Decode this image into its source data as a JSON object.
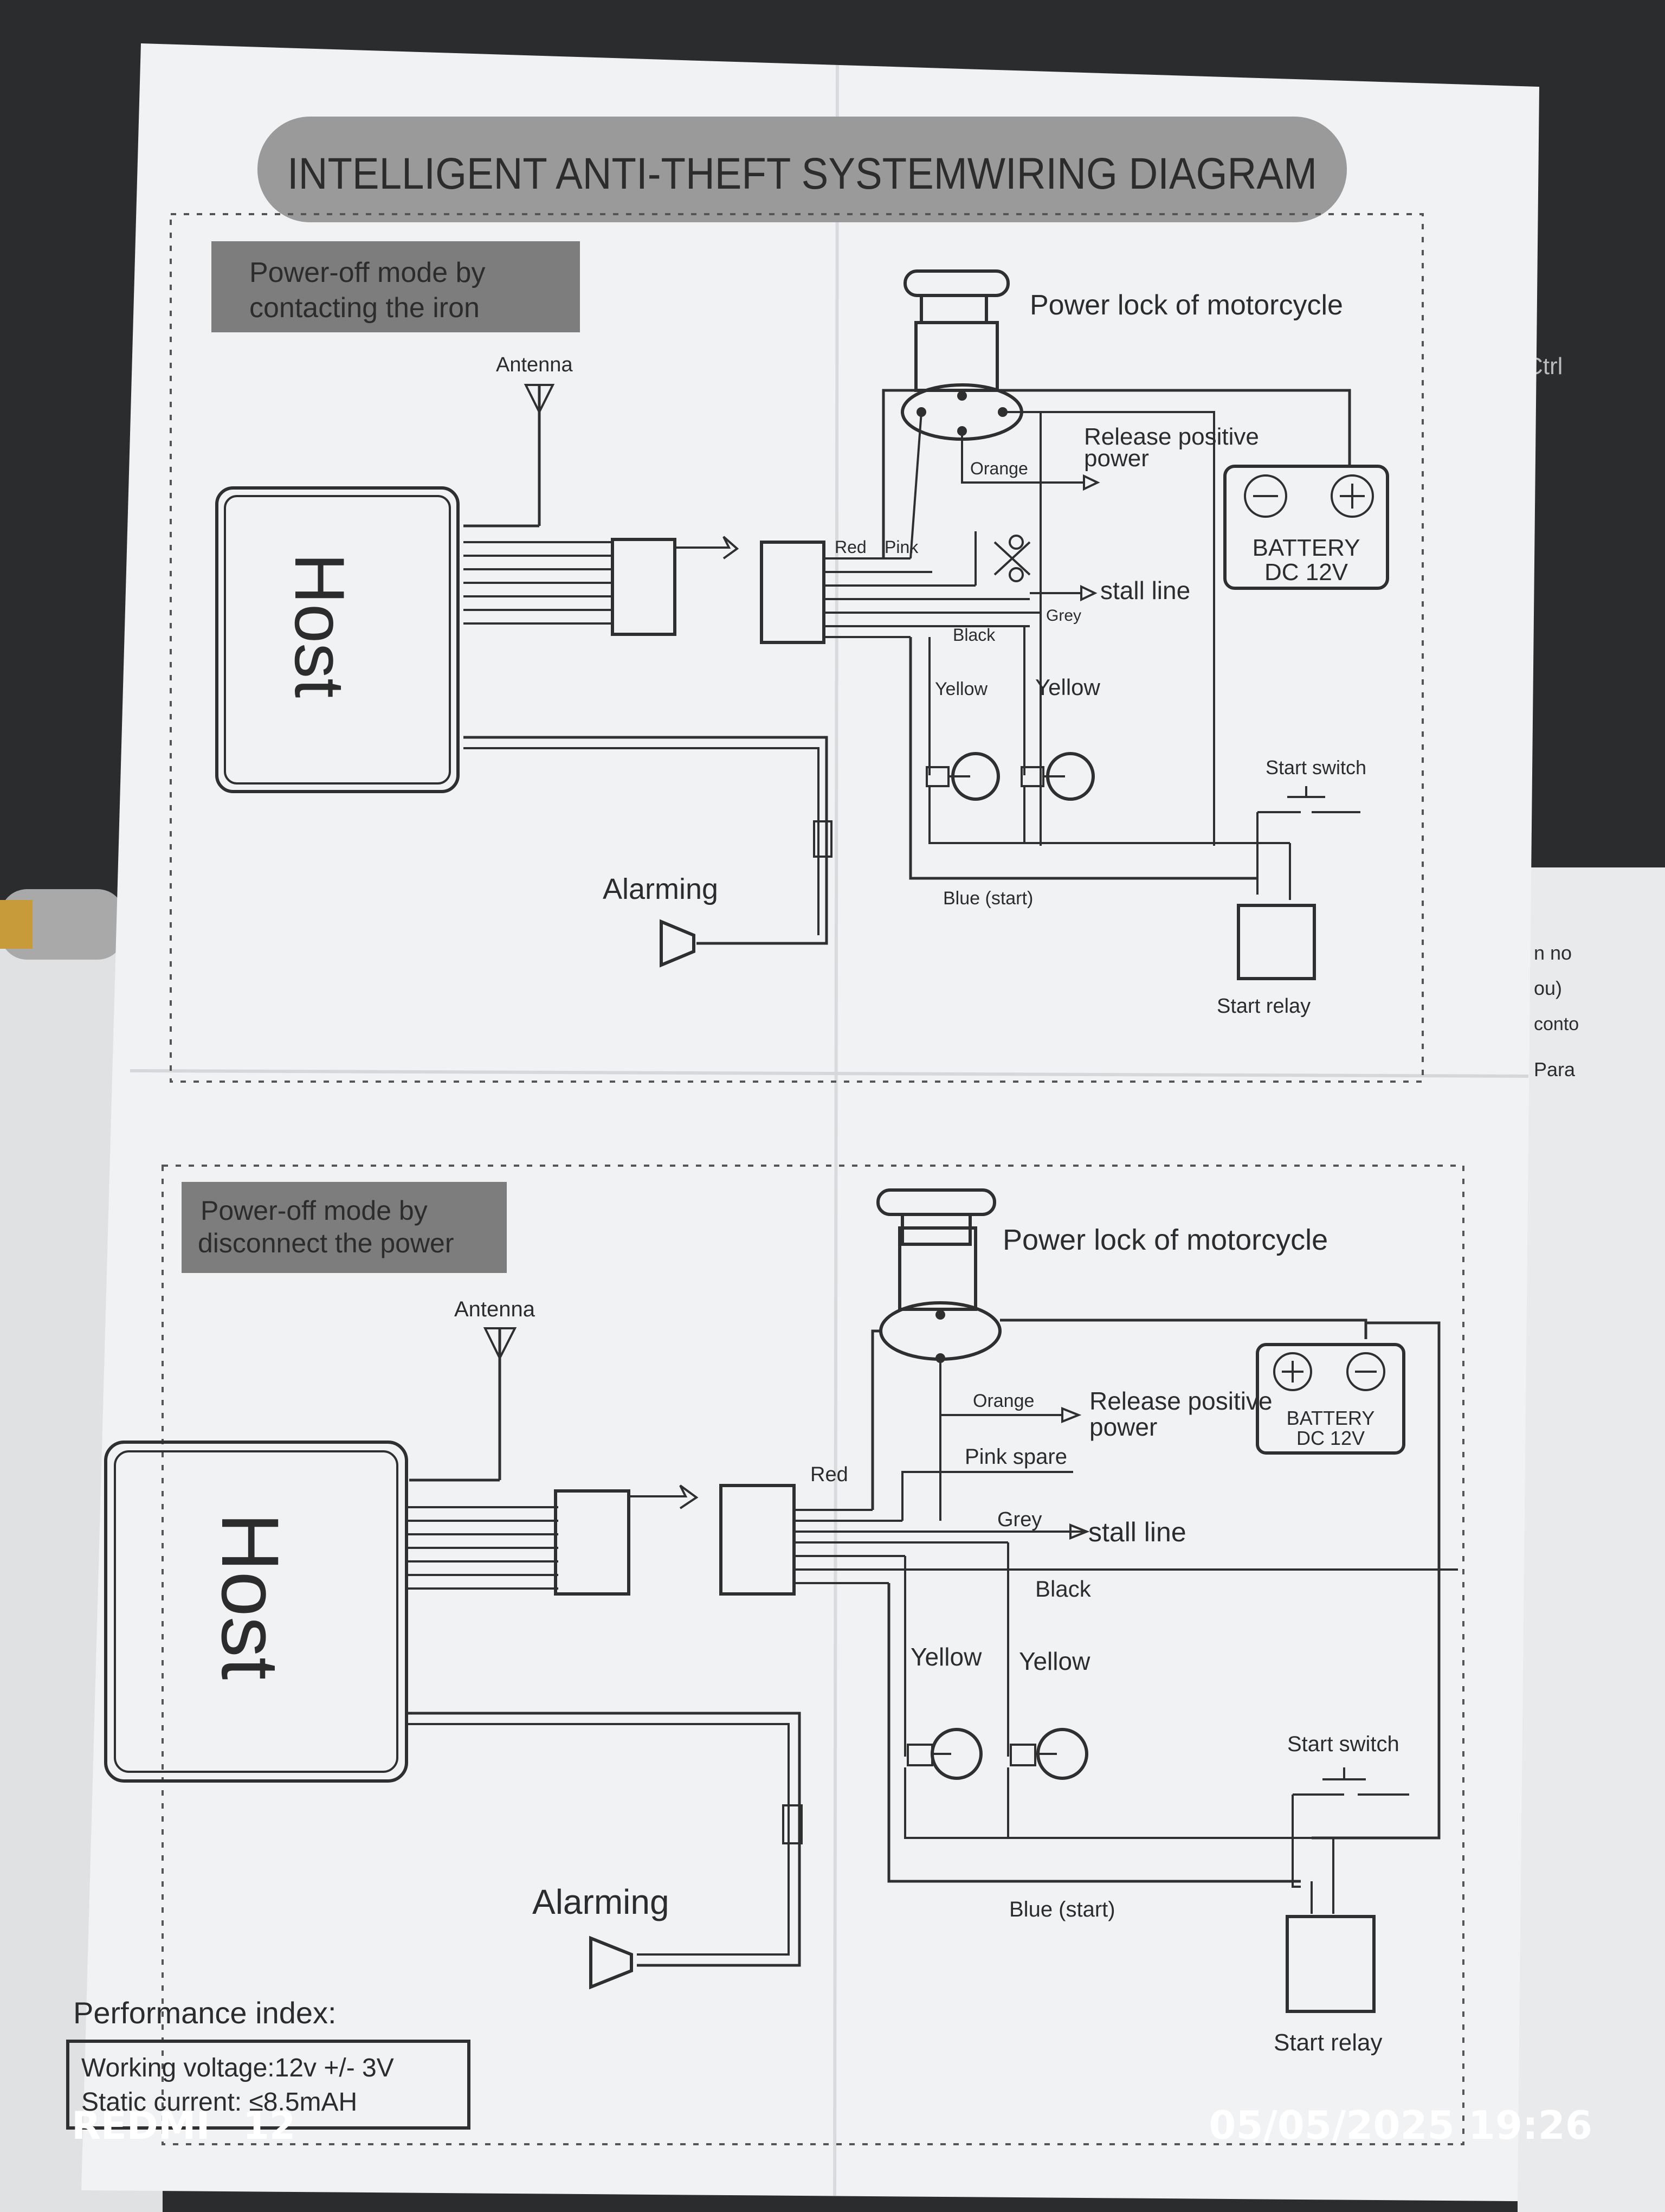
{
  "diagram_title": "INTELLIGENT ANTI-THEFT SYSTEMWIRING DIAGRAM",
  "page_edge_text": {
    "ctrl_key": "Ctrl",
    "right_page_lines": [
      "n no",
      "ou)",
      "conto",
      "Para"
    ]
  },
  "diagram_top": {
    "mode_label": [
      "Power-off mode by",
      "contacting the iron"
    ],
    "antenna": "Antenna",
    "host": "Host",
    "alarm": "Alarming",
    "power_lock": "Power lock of motorcycle",
    "release": [
      "Release positive",
      "power"
    ],
    "battery": [
      "BATTERY",
      "DC 12V"
    ],
    "stall_line": "stall line",
    "start_switch": "Start switch",
    "start_relay": "Start relay",
    "wires": {
      "red": "Red",
      "pink": "Pink",
      "orange": "Orange",
      "grey": "Grey",
      "black": "Black",
      "yellow_left": "Yellow",
      "yellow_right": "Yellow",
      "blue": "Blue (start)"
    }
  },
  "diagram_bottom": {
    "mode_label": [
      "Power-off mode by",
      "disconnect the power"
    ],
    "antenna": "Antenna",
    "host": "Host",
    "alarm": "Alarming",
    "power_lock": "Power lock of motorcycle",
    "release": [
      "Release positive",
      "power"
    ],
    "battery": [
      "BATTERY",
      "DC 12V"
    ],
    "stall_line": "stall line",
    "start_switch": "Start switch",
    "start_relay": "Start relay",
    "wires": {
      "red": "Red",
      "pink": "Pink spare",
      "orange": "Orange",
      "grey": "Grey",
      "black": "Black",
      "yellow_left": "Yellow",
      "yellow_right": "Yellow",
      "blue": "Blue (start)"
    }
  },
  "performance": {
    "title": "Performance index:",
    "lines": [
      "Working voltage:12v +/- 3V",
      "Static current: ≤8.5mAH"
    ]
  },
  "camera_stamp": {
    "brand": "REDMI",
    "model": "12",
    "timestamp": "05/05/2025 19:26"
  },
  "colors": {
    "paper": "#f1f2f4",
    "ink": "#2f2f2f",
    "title_band": "#9a9a9a",
    "label_box": "#7d7d7d",
    "background_dark": "#2b2c2e"
  }
}
